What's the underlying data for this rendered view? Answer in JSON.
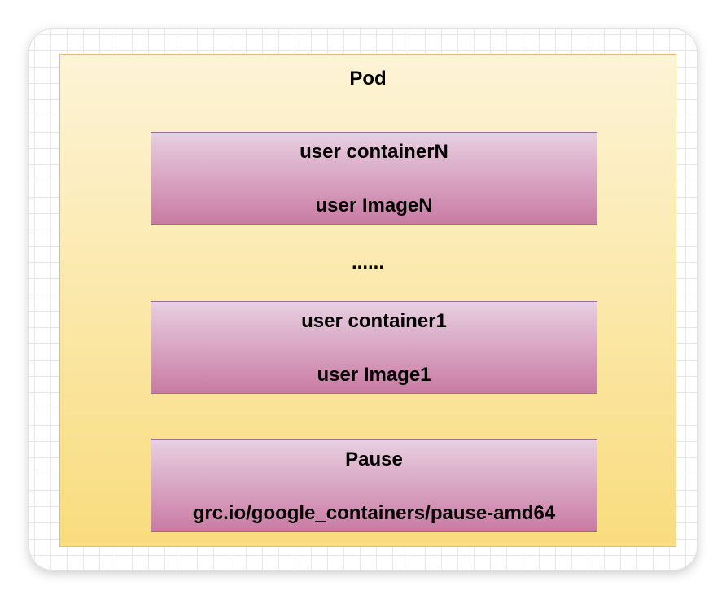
{
  "pod": {
    "title": "Pod"
  },
  "containers": [
    {
      "name": "user containerN",
      "image": "user ImageN"
    },
    {
      "name": "user container1",
      "image": "user Image1"
    }
  ],
  "ellipsis": "......",
  "pause": {
    "name": "Pause",
    "image": "grc.io/google_containers/pause-amd64"
  },
  "colors": {
    "pod_fill_top": "#fdf4d6",
    "pod_fill_bottom": "#f9dc7e",
    "pod_border": "#d8c27a",
    "container_fill_top": "#e8d0e2",
    "container_fill_bottom": "#c97ba3",
    "container_border": "#9b6f95"
  }
}
